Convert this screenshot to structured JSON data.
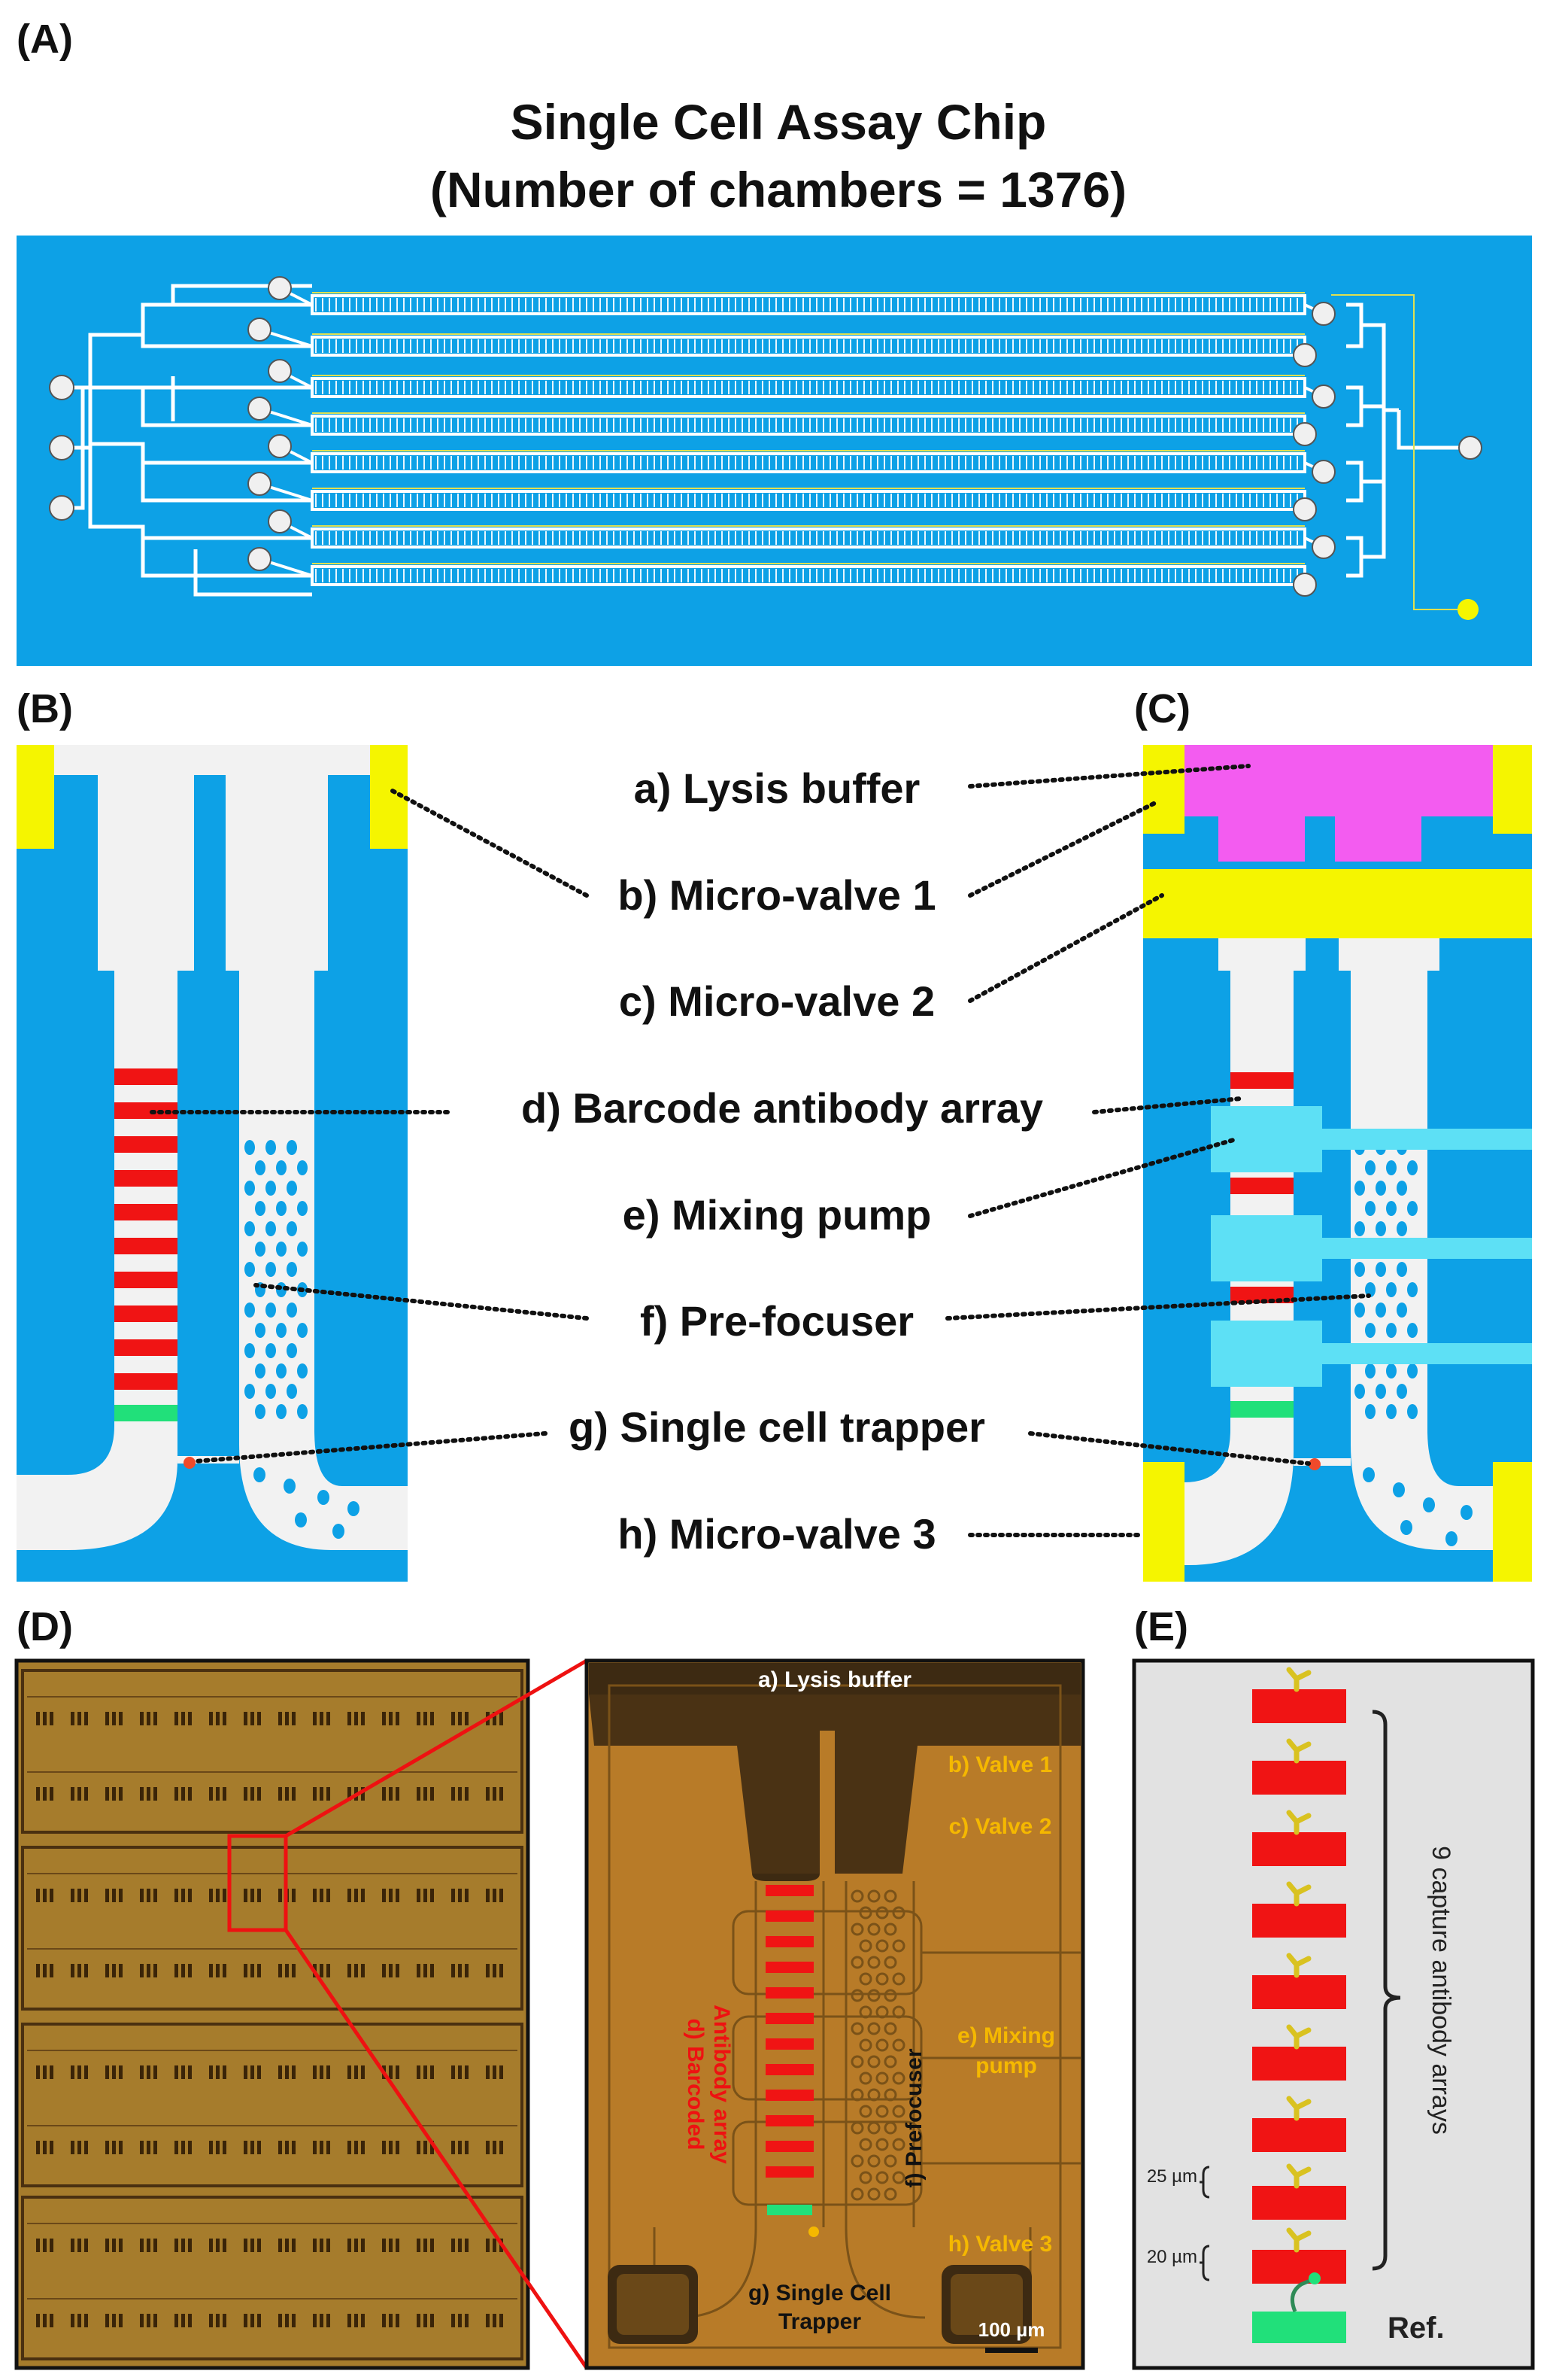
{
  "panels": {
    "A": {
      "letter": "(A)",
      "title_line1": "Single Cell Assay Chip",
      "title_line2": "(Number of chambers = 1376)"
    },
    "B": {
      "letter": "(B)"
    },
    "C": {
      "letter": "(C)"
    },
    "callouts": [
      "a) Lysis buffer",
      "b) Micro-valve 1",
      "c) Micro-valve 2",
      "d) Barcode antibody array",
      "e) Mixing pump",
      "f) Pre-focuser",
      "g) Single cell trapper",
      "h) Micro-valve 3"
    ],
    "D": {
      "letter": "(D)",
      "micro_labels": {
        "lysis": "a) Lysis buffer",
        "valve1": "b) Valve 1",
        "valve2": "c) Valve 2",
        "mixing_line1": "e) Mixing",
        "mixing_line2": "pump",
        "barcoded_line1": "d) Barcoded",
        "barcoded_line2": "Antibody array",
        "prefocuser": "f) Prefocuser",
        "valve3": "h) Valve 3",
        "trapper_line1": "g) Single Cell",
        "trapper_line2": "Trapper",
        "scale": "100 µm"
      }
    },
    "E": {
      "letter": "(E)",
      "bracket_label": "9 capture antibody arrays",
      "dim_25": "25 µm",
      "dim_20": "20 µm",
      "ref": "Ref."
    }
  },
  "colors": {
    "chip_blue": "#0da1e6",
    "channel_white": "#f2f2f2",
    "valve_yellow": "#f5f500",
    "lysis_magenta": "#f35cf0",
    "pump_cyan": "#5de0f5",
    "barcode_red": "#f01414",
    "ref_green": "#21e07a",
    "micro_brown": "#b87b28",
    "micro_orange_text": "#f5b800",
    "panel_e_bg": "#e2e2e2"
  }
}
